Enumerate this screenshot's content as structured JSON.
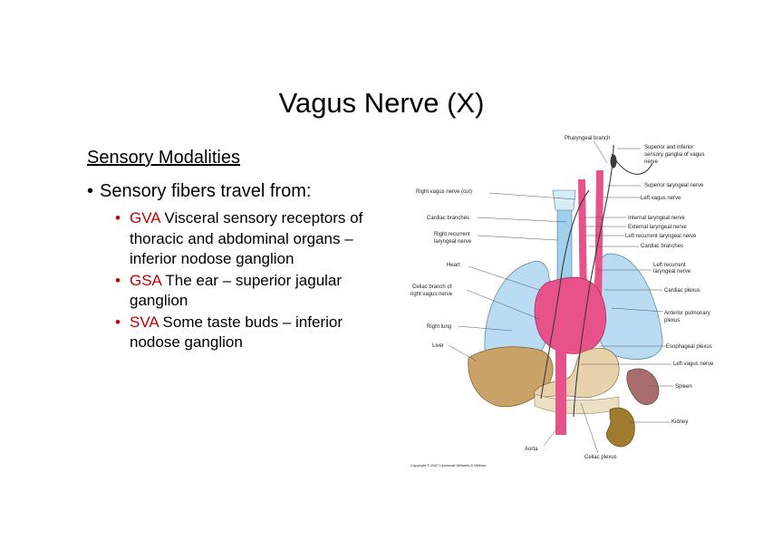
{
  "slide": {
    "title": "Vagus Nerve (X)",
    "subheading": "Sensory Modalities",
    "bullet": "Sensory fibers travel from:",
    "sub_bullets": [
      {
        "abbr": "GVA",
        "text": " Visceral sensory receptors of thoracic and abdominal organs – inferior nodose ganglion"
      },
      {
        "abbr": "GSA",
        "text": " The ear – superior jagular ganglion"
      },
      {
        "abbr": "SVA",
        "text": " Some taste buds – inferior nodose ganglion"
      }
    ]
  },
  "figure": {
    "labels_right": {
      "pharyngeal": "Pharyngeal branch",
      "ganglia_1": "Superior and inferior",
      "ganglia_2": "sensory ganglia of vagus",
      "ganglia_3": "nerve",
      "superior_laryngeal": "Superior laryngeal nerve",
      "left_vagus": "Left vagus nerve",
      "internal_laryngeal": "Internal laryngeal nerve",
      "external_laryngeal": "External laryngeal nerve",
      "left_recurrent": "Left recurrent laryngeal nerve",
      "cardiac_branches": "Cardiac branches",
      "left_recurrent2_1": "Left recurrent",
      "left_recurrent2_2": "laryngeal nerve",
      "cardiac_plexus": "Cardiac plexus",
      "anterior_pulmonary_1": "Anterior pulmonary",
      "anterior_pulmonary_2": "plexus",
      "esophageal_plexus": "Esophageal plexus",
      "left_vagus2": "Left vagus nerve",
      "spleen": "Spleen",
      "kidney": "Kidney"
    },
    "labels_left": {
      "right_vagus": "Right vagus nerve (cut)",
      "cardiac_branches": "Cardiac branches",
      "right_recurrent_1": "Right recurrent",
      "right_recurrent_2": "laryngeal nerve",
      "heart": "Heart",
      "celiac_branch_1": "Celiac branch of",
      "celiac_branch_2": "right vagus nerve",
      "right_lung": "Right lung",
      "liver": "Liver"
    },
    "labels_bottom": {
      "aorta": "Aorta",
      "celiac_plexus": "Celiac plexus",
      "copyright": "Copyright © 2007 Lippincott Williams & Wilkins."
    },
    "colors": {
      "vessel_pink": "#e8528a",
      "lung_blue": "#b9dcf2",
      "trachea_blue": "#9fd0ec",
      "liver_tan": "#c9a267",
      "stomach_tan": "#e8d2ac",
      "spleen": "#a86e6e",
      "kidney": "#a07a2e",
      "nerve": "#3a3a3a"
    }
  }
}
